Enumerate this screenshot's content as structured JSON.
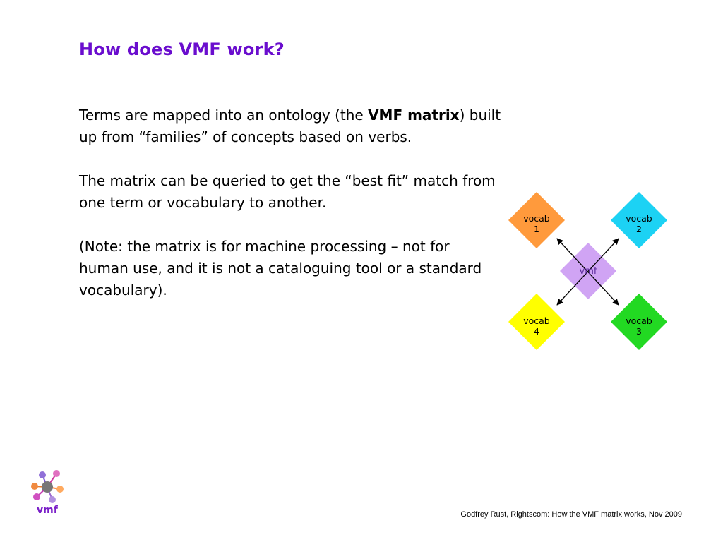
{
  "slide": {
    "title": "How does VMF work?",
    "para1": {
      "part1": "Terms are mapped into an ontology (the ",
      "bold": "VMF matrix",
      "part2": ") built up from “families” of concepts based on verbs."
    },
    "para2": "The matrix can be queried to get the “best fit” match from one term or vocabulary to another.",
    "para3": "(Note: the matrix is for machine processing – not for human use, and it is not a cataloguing tool or a standard vocabulary)."
  },
  "diagram": {
    "center": {
      "label": "vmf",
      "color": "#d0a4f4"
    },
    "nodes": [
      {
        "line1": "vocab",
        "line2": "1",
        "color": "#ff9a3c"
      },
      {
        "line1": "vocab",
        "line2": "2",
        "color": "#1cd2f4"
      },
      {
        "line1": "vocab",
        "line2": "3",
        "color": "#22d922"
      },
      {
        "line1": "vocab",
        "line2": "4",
        "color": "#ffff00"
      }
    ]
  },
  "logo": {
    "text": "vmf"
  },
  "footer": {
    "text": "Godfrey Rust, Rightscom: How the VMF matrix works, Nov 2009"
  }
}
